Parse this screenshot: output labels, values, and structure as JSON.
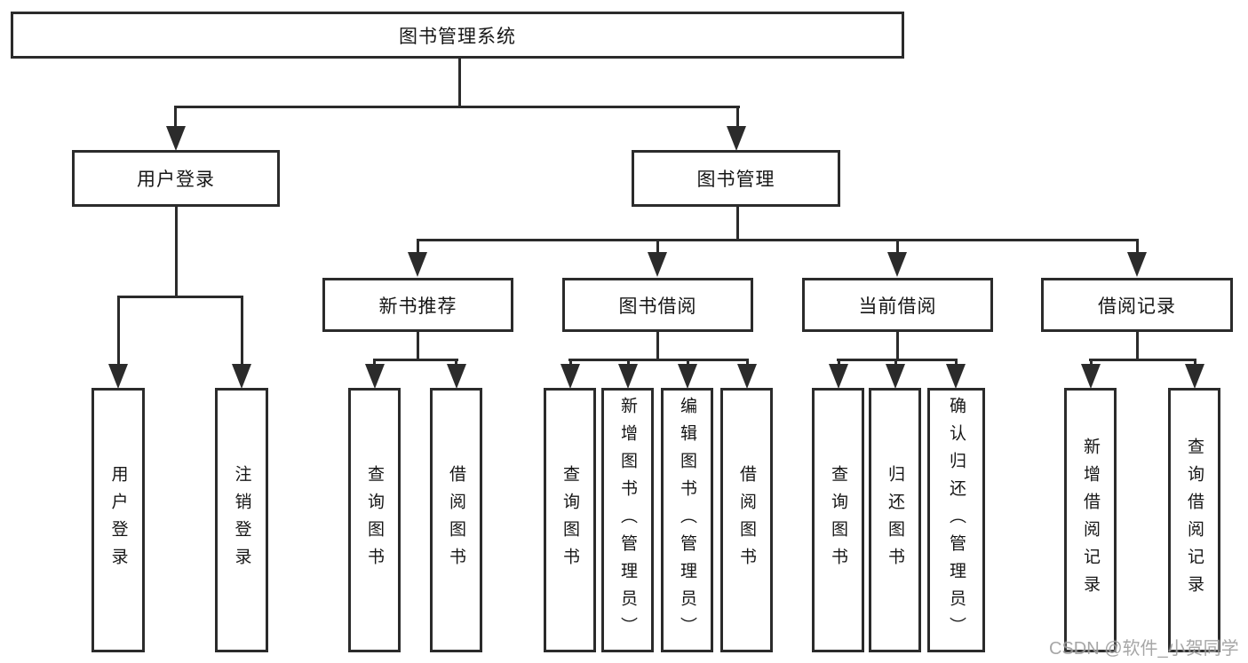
{
  "tree": {
    "label": "图书管理系统",
    "children": [
      {
        "label": "用户登录",
        "children": [
          {
            "label": "用户登录"
          },
          {
            "label": "注销登录"
          }
        ]
      },
      {
        "label": "图书管理",
        "children": [
          {
            "label": "新书推荐",
            "children": [
              {
                "label": "查询图书"
              },
              {
                "label": "借阅图书"
              }
            ]
          },
          {
            "label": "图书借阅",
            "children": [
              {
                "label": "查询图书"
              },
              {
                "label": "新增图书（管理员）"
              },
              {
                "label": "编辑图书（管理员）"
              },
              {
                "label": "借阅图书"
              }
            ]
          },
          {
            "label": "当前借阅",
            "children": [
              {
                "label": "查询图书"
              },
              {
                "label": "归还图书"
              },
              {
                "label": "确认归还（管理员）"
              }
            ]
          },
          {
            "label": "借阅记录",
            "children": [
              {
                "label": "新增借阅记录"
              },
              {
                "label": "查询借阅记录"
              }
            ]
          }
        ]
      }
    ]
  },
  "watermark": {
    "text": "CSDN @软件_小贺同学"
  },
  "colors": {
    "line": "#2b2b2b",
    "background": "#ffffff",
    "text": "#161616",
    "watermark": "#969696"
  }
}
